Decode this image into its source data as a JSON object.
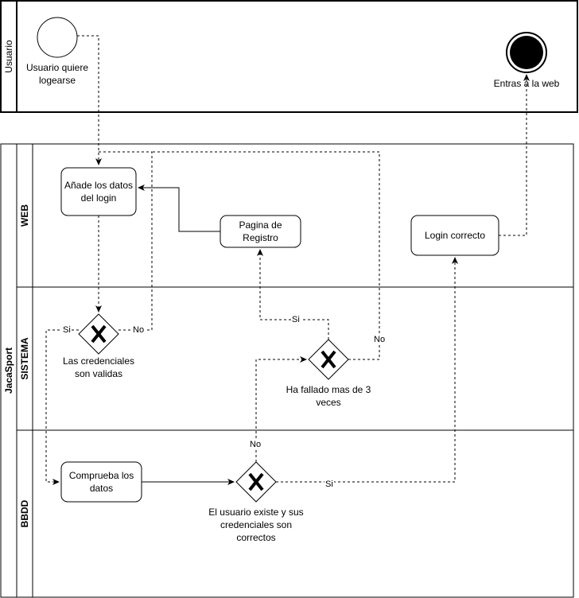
{
  "pools": {
    "usuario": {
      "label": "Usuario"
    },
    "jacasport": {
      "label": "JacaSport",
      "lanes": {
        "web": "WEB",
        "sistema": "SISTEMA",
        "bbdd": "BBDD"
      }
    }
  },
  "nodes": {
    "start_label": "Usuario quiere logearse",
    "end_label": "Entras a la web",
    "anade_datos": "Añade los datos del login",
    "pagina_registro": "Pagina de Registro",
    "login_correcto": "Login correcto",
    "gw_credenciales": "Las credenciales son validas",
    "gw_fallado": "Ha fallado mas de 3 veces",
    "comprueba_datos": "Comprueba los datos",
    "gw_usuario_existe": "El usuario existe y sus credenciales son correctos"
  },
  "edge_labels": {
    "cred_si": "Si",
    "cred_no": "No",
    "fallado_si": "Si",
    "fallado_no": "No",
    "existe_no": "No",
    "existe_si": "Si"
  }
}
